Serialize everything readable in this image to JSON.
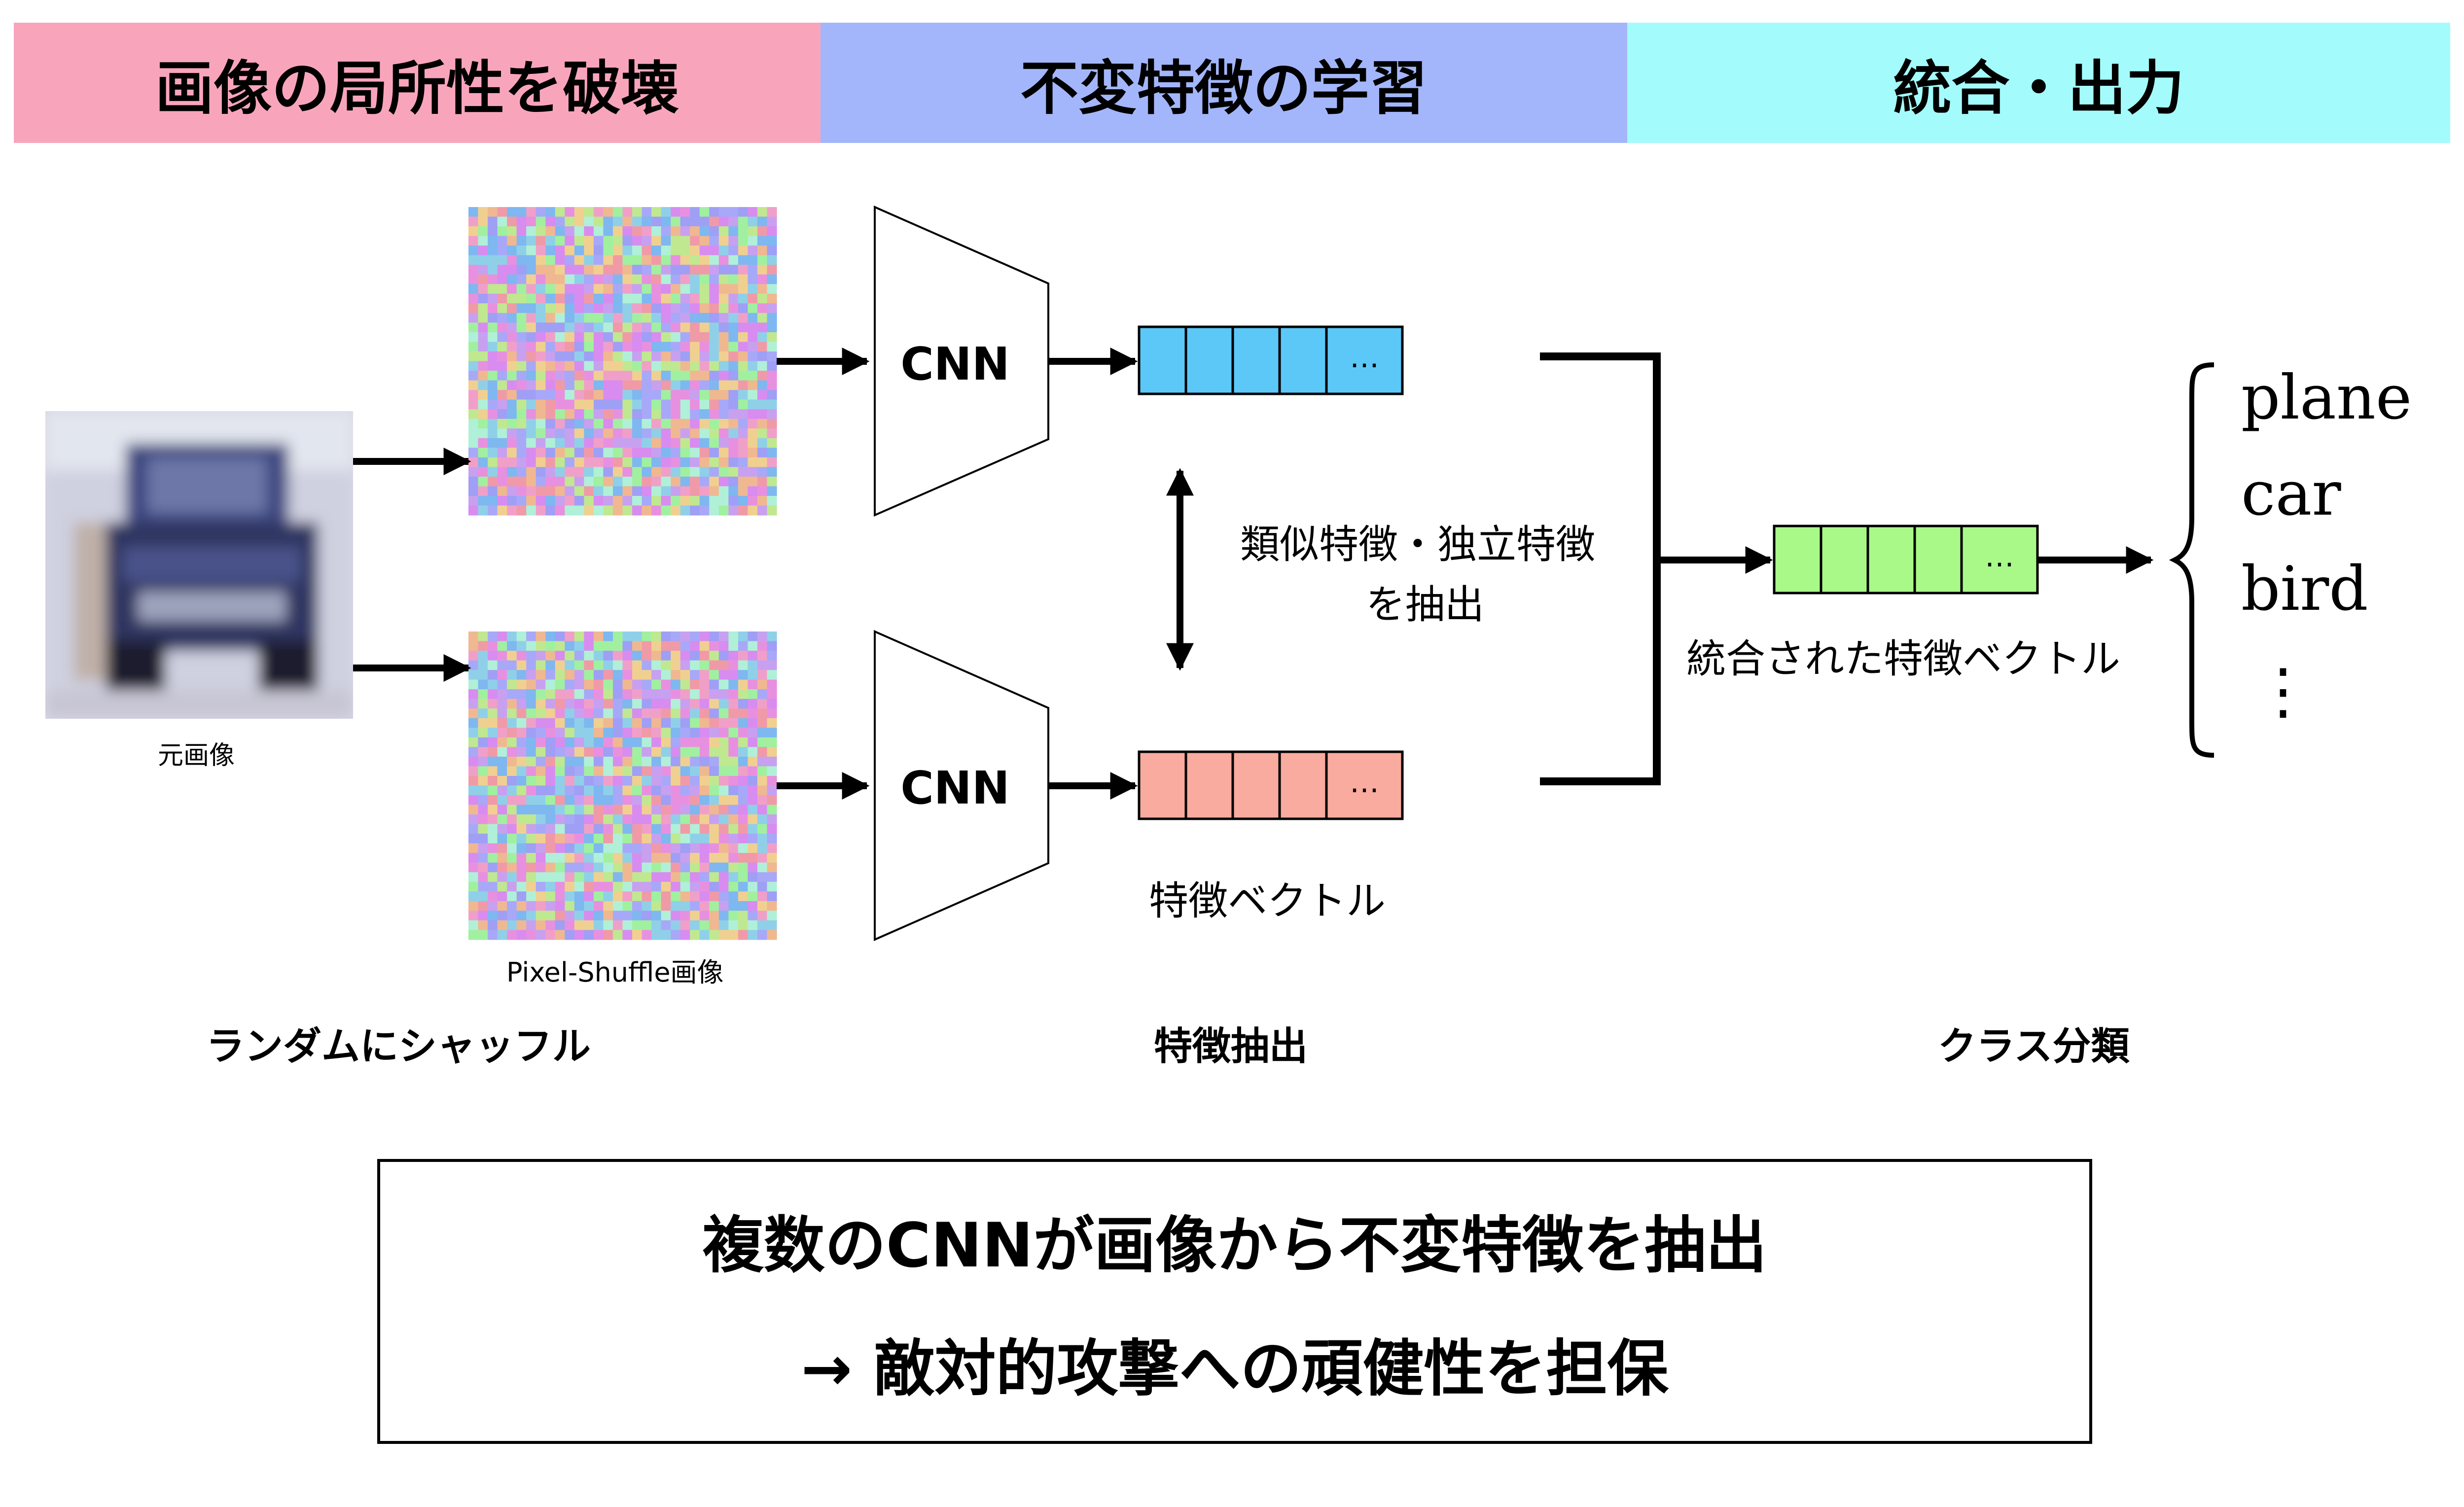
{
  "headers": [
    {
      "label": "画像の局所性を破壊",
      "color": "#f8a5bc"
    },
    {
      "label": "不変特徴の学習",
      "color": "#a3b6fb"
    },
    {
      "label": "統合・出力",
      "color": "#a4fbfb"
    }
  ],
  "original_image_label": "元画像",
  "shuffled_image_label": "Pixel-Shuffle画像",
  "cnn_label": "CNN",
  "vector_cell_text": "…",
  "vector_colors": {
    "top": "#5bc8f8",
    "bottom": "#f8ab9e",
    "combined": "#a9f989"
  },
  "relation_label_line1": "類似特徴・独立特徴",
  "relation_label_line2": "を抽出",
  "feature_vector_label": "特徴ベクトル",
  "combined_vector_label": "統合された特徴ベクトル",
  "classes": [
    "plane",
    "car",
    "bird"
  ],
  "classes_ellipsis": "⋮",
  "stage_labels": [
    "ランダムにシャッフル",
    "特徴抽出",
    "クラス分類"
  ],
  "summary": {
    "line1": "複数のCNNが画像から不変特徴を抽出",
    "line2": "→ 敵対的攻撃への頑健性を担保"
  }
}
